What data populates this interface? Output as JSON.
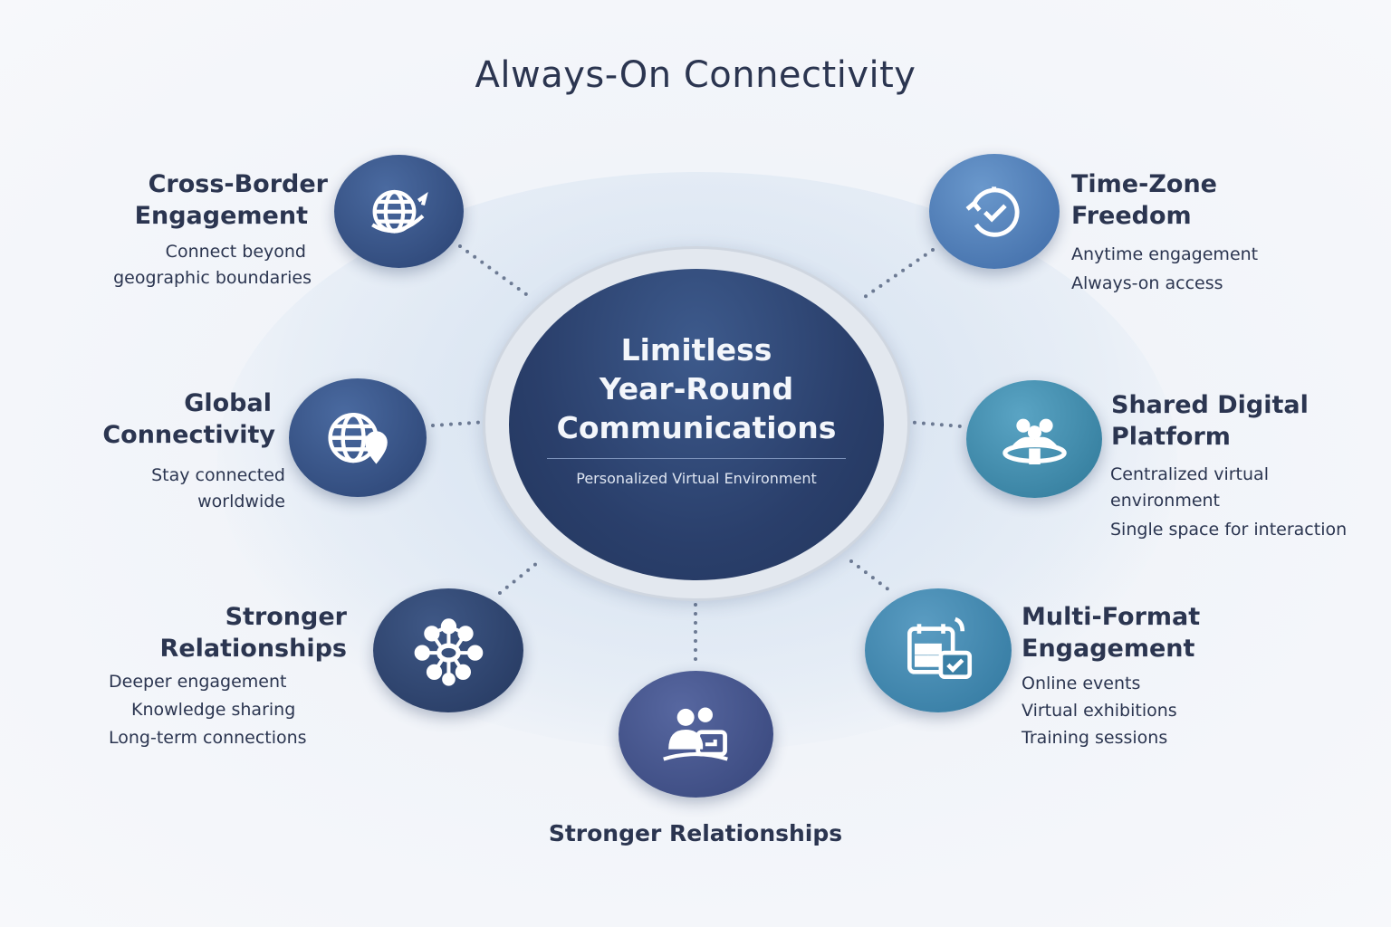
{
  "title": "Always-On Connectivity",
  "center": {
    "title_lines": [
      "Limitless",
      "Year-Round",
      "Communications"
    ],
    "subtitle": "Personalized Virtual Environment"
  },
  "nodes": {
    "cross_border": {
      "title_lines": [
        "Cross-Border",
        "Engagement"
      ],
      "desc": [
        "Connect beyond",
        "geographic boundaries"
      ],
      "icon": "globe-arrow-icon",
      "color": "#2f4a7c"
    },
    "time_zone": {
      "title_lines": [
        "Time-Zone",
        "Freedom"
      ],
      "desc": [
        "Anytime engagement",
        "Always-on access"
      ],
      "icon": "clock-check-icon",
      "color": "#4a78b0"
    },
    "global": {
      "title_lines": [
        "Global",
        "Connectivity"
      ],
      "desc": [
        "Stay connected",
        "worldwide"
      ],
      "icon": "globe-pin-icon",
      "color": "#2f4a7c"
    },
    "shared": {
      "title_lines": [
        "Shared Digital",
        "Platform"
      ],
      "desc": [
        "Centralized virtual",
        "environment",
        "Single space for interaction"
      ],
      "icon": "group-platform-icon",
      "color": "#3d88a8"
    },
    "stronger": {
      "title_lines": [
        "Stronger",
        "Relationships"
      ],
      "desc": [
        "Deeper engagement",
        "Knowledge sharing",
        "Long-term connections"
      ],
      "icon": "network-icon",
      "color": "#2c4068"
    },
    "multi": {
      "title_lines": [
        "Multi-Format",
        "Engagement"
      ],
      "desc": [
        "Online events",
        "Virtual exhibitions",
        "Training sessions"
      ],
      "icon": "calendar-check-icon",
      "color": "#3a80a6"
    },
    "bottom": {
      "label": "Stronger Relationships",
      "icon": "people-chat-icon",
      "color": "#3f4f86"
    }
  }
}
